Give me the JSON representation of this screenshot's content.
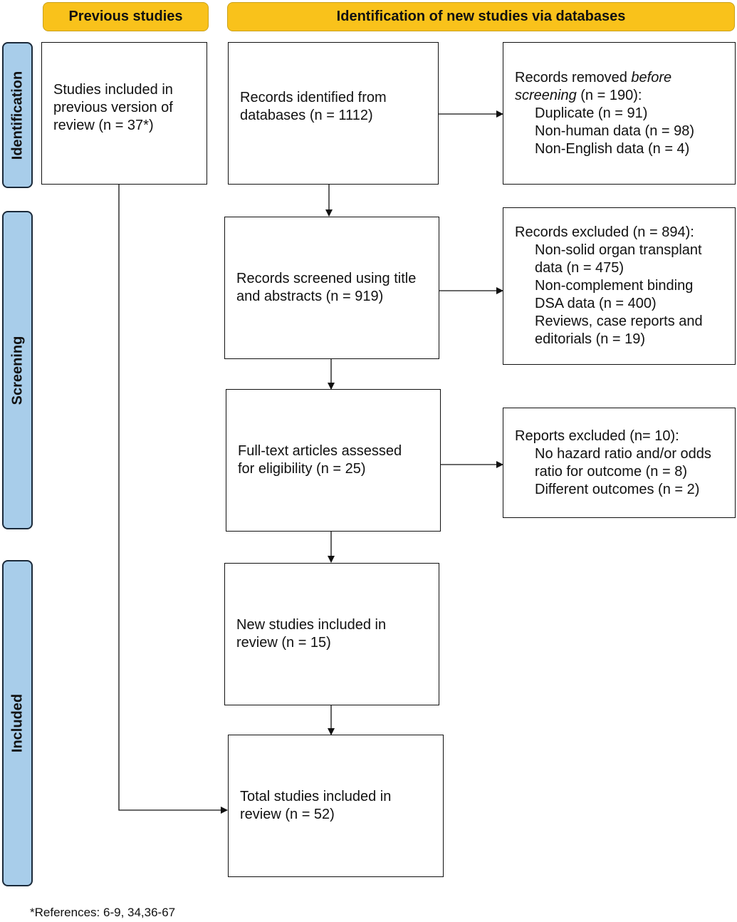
{
  "headers": {
    "previous": "Previous studies",
    "new": "Identification of new studies via databases"
  },
  "phases": {
    "identification": "Identification",
    "screening": "Screening",
    "included": "Included"
  },
  "boxes": {
    "previous_studies": {
      "line1": "Studies included in",
      "line2": "previous version of",
      "line3": "review (n = 37*)"
    },
    "records_identified": {
      "line1": "Records identified from",
      "line2": "databases (n = 1112)"
    },
    "records_removed": {
      "line1_pre": "Records removed ",
      "line1_em": "before",
      "line2_em": "screening",
      "line2_post": " (n = 190):",
      "items": [
        "Duplicate (n = 91)",
        "Non-human data (n = 98)",
        "Non-English data (n = 4)"
      ]
    },
    "records_screened": {
      "line1": "Records screened using title",
      "line2": "and abstracts (n = 919)"
    },
    "records_excluded": {
      "title": "Records excluded (n = 894):",
      "items": [
        "Non-solid organ transplant",
        "data (n = 475)",
        "Non-complement binding",
        "DSA data (n = 400)",
        "Reviews, case reports and",
        "editorials (n = 19)"
      ]
    },
    "fulltext": {
      "line1": "Full-text articles assessed",
      "line2": "for eligibility (n = 25)"
    },
    "reports_excluded": {
      "title": "Reports excluded (n= 10):",
      "items": [
        "No hazard ratio and/or odds",
        "ratio for outcome (n = 8)",
        "Different outcomes (n = 2)"
      ]
    },
    "new_included": {
      "line1": "New studies included in",
      "line2": "review (n = 15)"
    },
    "total_included": {
      "line1": "Total studies included in",
      "line2": "review (n = 52)"
    }
  },
  "footnote": "*References: 6-9, 34,36-67"
}
